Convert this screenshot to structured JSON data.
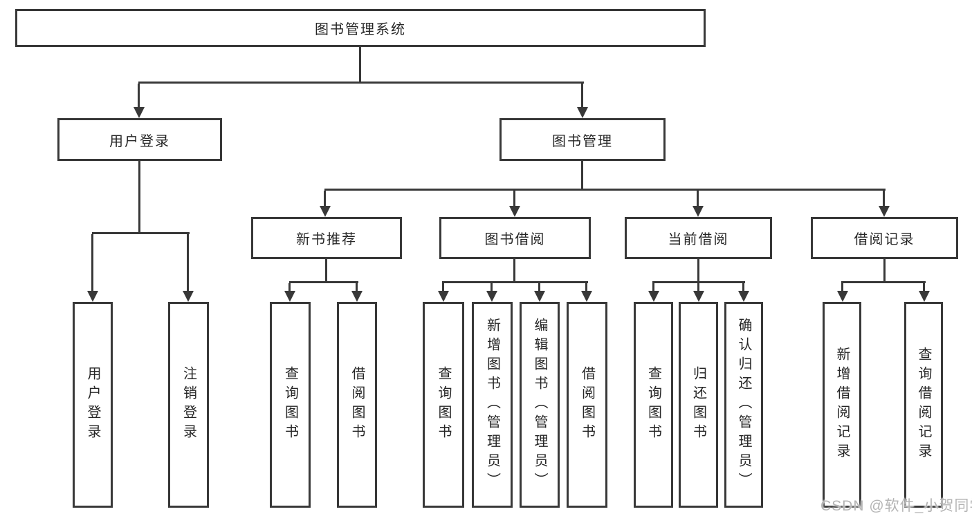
{
  "diagram": {
    "root": {
      "label": "图书管理系统"
    },
    "level2": [
      {
        "label": "用户登录"
      },
      {
        "label": "图书管理"
      }
    ],
    "level3": [
      {
        "label": "新书推荐",
        "parent": "图书管理"
      },
      {
        "label": "图书借阅",
        "parent": "图书管理"
      },
      {
        "label": "当前借阅",
        "parent": "图书管理"
      },
      {
        "label": "借阅记录",
        "parent": "图书管理"
      }
    ],
    "leaves": [
      {
        "label": "用户登录",
        "parent": "用户登录"
      },
      {
        "label": "注销登录",
        "parent": "用户登录"
      },
      {
        "label": "查询图书",
        "parent": "新书推荐"
      },
      {
        "label": "借阅图书",
        "parent": "新书推荐"
      },
      {
        "label": "查询图书",
        "parent": "图书借阅"
      },
      {
        "label": "新增图书（管理员）",
        "parent": "图书借阅"
      },
      {
        "label": "编辑图书（管理员）",
        "parent": "图书借阅"
      },
      {
        "label": "借阅图书",
        "parent": "图书借阅"
      },
      {
        "label": "查询图书",
        "parent": "当前借阅"
      },
      {
        "label": "归还图书",
        "parent": "当前借阅"
      },
      {
        "label": "确认归还（管理员）",
        "parent": "当前借阅"
      },
      {
        "label": "新增借阅记录",
        "parent": "借阅记录"
      },
      {
        "label": "查询借阅记录",
        "parent": "借阅记录"
      }
    ],
    "watermark": "CSDN @软件_小贺同学",
    "colors": {
      "line": "#383838",
      "text": "#262626",
      "watermark": "#b4b4b4",
      "background": "#ffffff"
    }
  }
}
